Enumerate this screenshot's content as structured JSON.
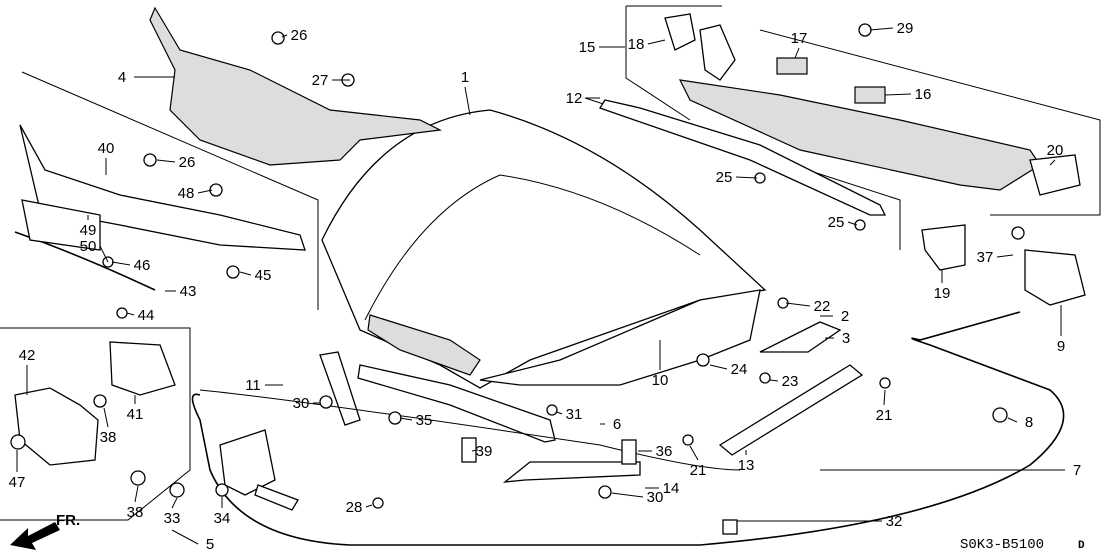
{
  "diagram": {
    "callouts": [
      "26",
      "4",
      "27",
      "1",
      "15",
      "18",
      "17",
      "29",
      "12",
      "16",
      "20",
      "25",
      "25",
      "40",
      "26",
      "48",
      "49",
      "50",
      "46",
      "45",
      "43",
      "44",
      "22",
      "2",
      "3",
      "37",
      "19",
      "9",
      "24",
      "23",
      "10",
      "11",
      "30",
      "35",
      "31",
      "6",
      "21",
      "8",
      "42",
      "41",
      "38",
      "47",
      "39",
      "36",
      "21",
      "13",
      "7",
      "14",
      "30",
      "38",
      "33",
      "34",
      "28",
      "32",
      "5"
    ],
    "direction_label": "FR.",
    "diagram_code": "S0K3-B5100",
    "diagram_suffix": "D"
  }
}
